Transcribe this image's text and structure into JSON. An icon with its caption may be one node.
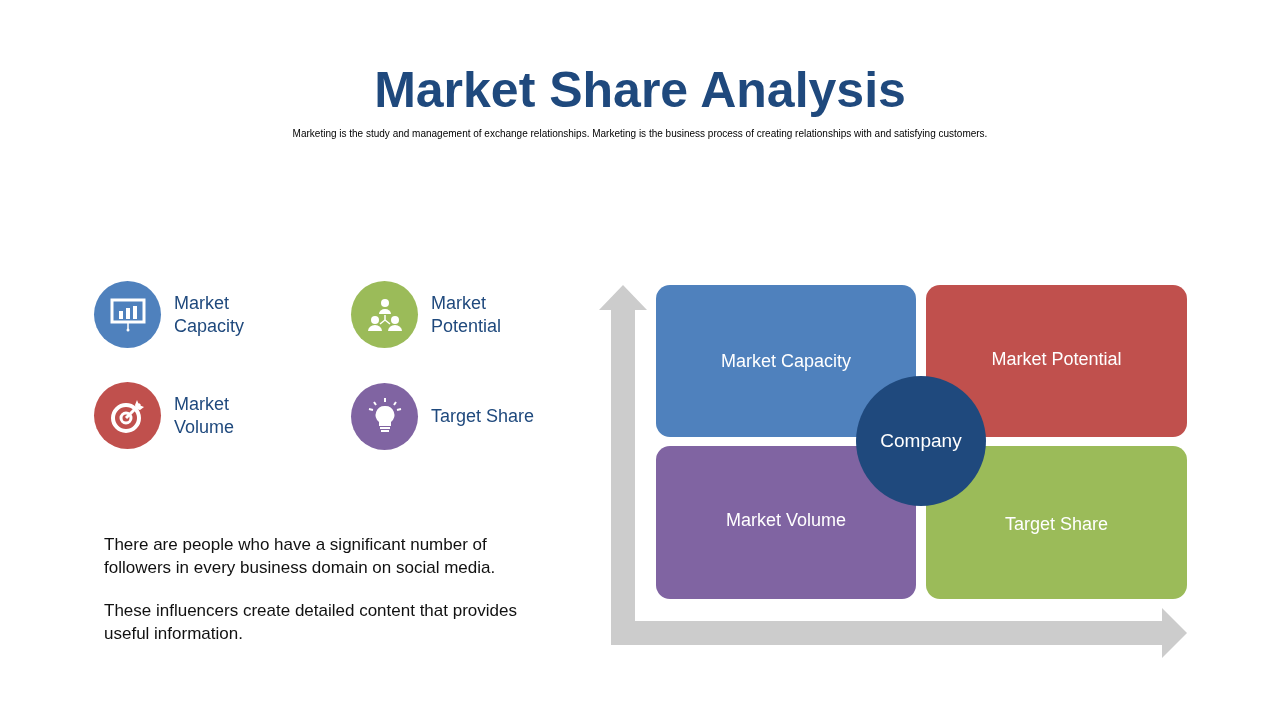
{
  "diagram": {
    "title": "Market Share Analysis",
    "nodes": [
      {
        "text": [
          "Market Capacity"
        ]
      },
      {
        "text": [
          "Market Potential"
        ]
      },
      {
        "text": [
          "Market Volume"
        ]
      },
      {
        "text": [
          "Target Share"
        ]
      },
      {
        "text": [
          "Company"
        ]
      }
    ],
    "edges": [],
    "labels": [
      "Marketing is the study and management of exchange relationships. Marketing is the business process of creating relationships with and satisfying customers.",
      "There are people who have a significant number of followers in every business domain on social media.",
      "These influencers create detailed content that provides useful information."
    ],
    "legend": [
      {
        "text": "Market Capacity",
        "color": "#4f81bd"
      },
      {
        "text": "Market Potential",
        "color": "#9bbb59"
      },
      {
        "text": "Market Volume",
        "color": "#c0504d"
      },
      {
        "text": "Target Share",
        "color": "#8064a2"
      }
    ]
  }
}
